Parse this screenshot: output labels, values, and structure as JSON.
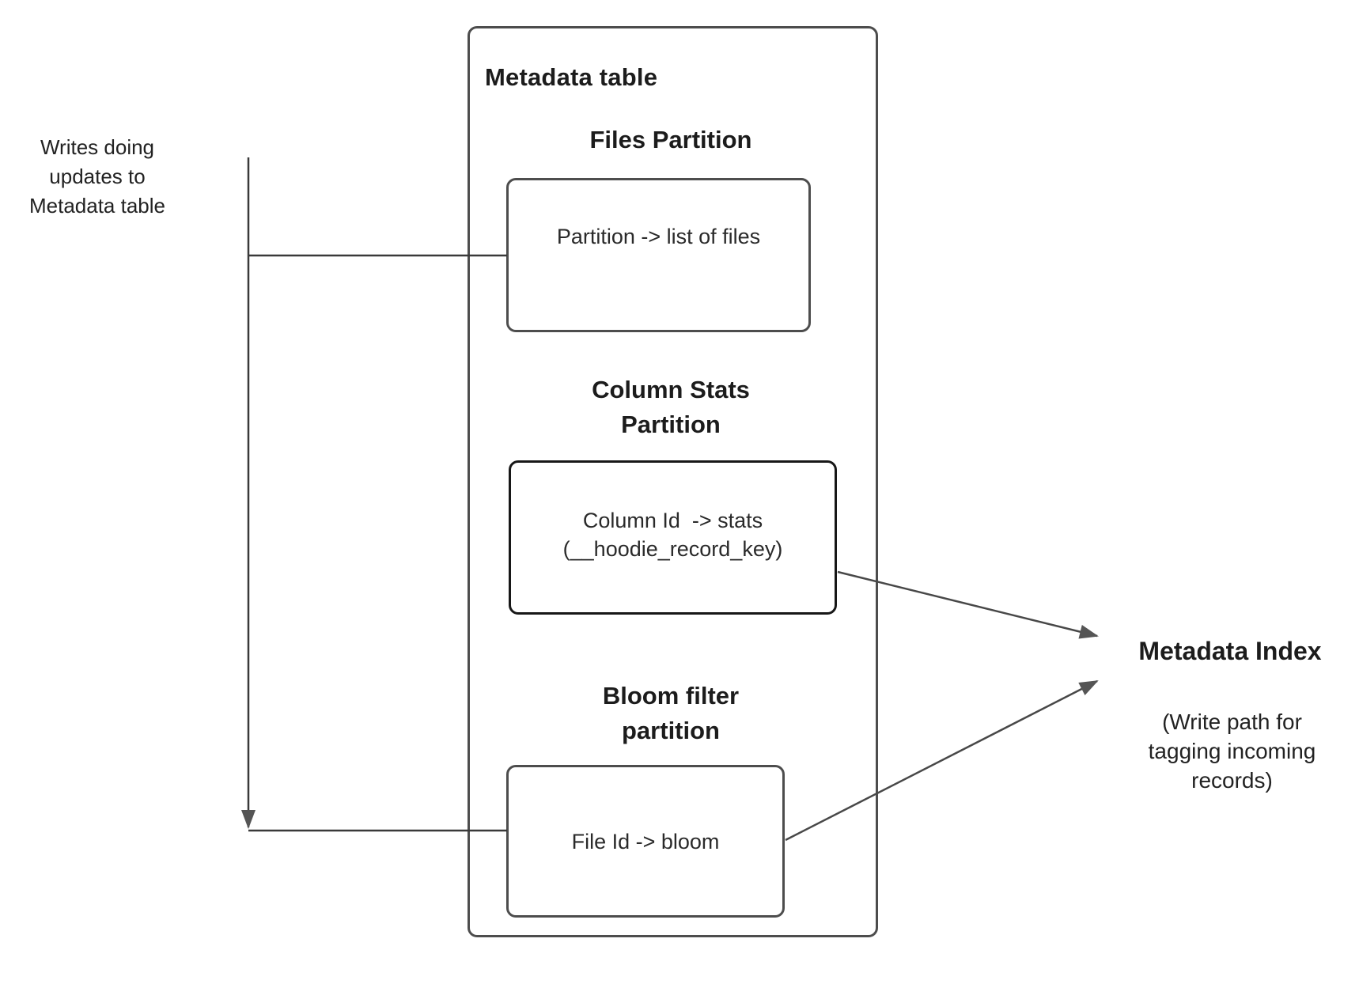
{
  "left_note": {
    "lines": [
      "Writes doing",
      "updates to",
      "Metadata table"
    ]
  },
  "metadata_table": {
    "title": "Metadata table",
    "files_partition": {
      "heading": "Files Partition",
      "box_label": "Partition -> list of files"
    },
    "column_stats_partition": {
      "heading_lines": [
        "Column Stats",
        "Partition"
      ],
      "box_lines": [
        "Column Id  -> stats",
        "(__hoodie_record_key)"
      ]
    },
    "bloom_filter_partition": {
      "heading_lines": [
        "Bloom filter",
        "partition"
      ],
      "box_label": "File Id -> bloom"
    }
  },
  "metadata_index": {
    "title": "Metadata Index",
    "note_lines": [
      "(Write path for",
      "tagging incoming",
      "records)"
    ]
  },
  "colors": {
    "background": "#ffffff",
    "box_border": "#4d4d4d",
    "column_box_border": "#171717",
    "connector_line": "#3a3a3a",
    "arrowhead_fill": "#555555",
    "text": "#1f1f1f"
  }
}
